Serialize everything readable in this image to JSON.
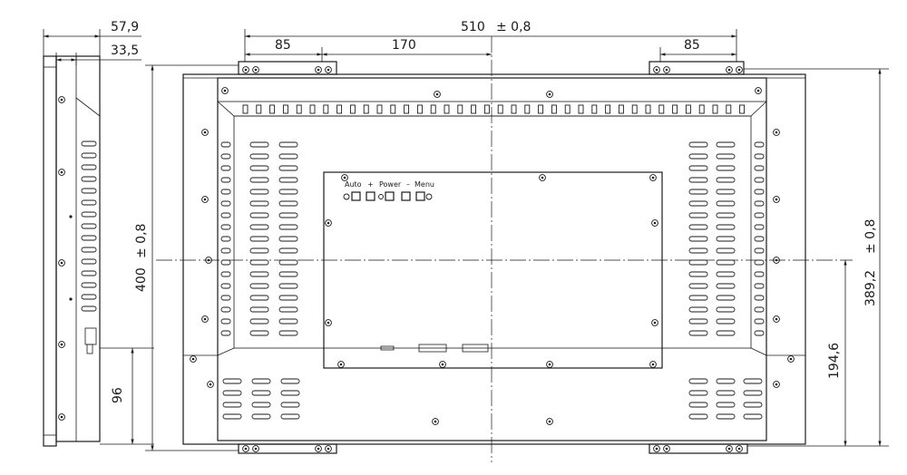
{
  "dimensions": {
    "side_depth_total": "57,9",
    "side_depth_inner": "33,5",
    "width_total": "510",
    "width_tolerance": "± 0,8",
    "bracket_left_spacing": "85",
    "bracket_to_center": "170",
    "bracket_right_spacing": "85",
    "height_total": "400",
    "height_tolerance": "± 0,8",
    "bracket_span_height": "389,2",
    "bracket_span_tolerance": "± 0,8",
    "center_to_bracket": "194,6",
    "side_bottom_offset": "96"
  },
  "control_panel": {
    "label_auto": "Auto",
    "label_plus": "+",
    "label_power": "Power",
    "label_minus": "–",
    "label_menu": "Menu"
  }
}
